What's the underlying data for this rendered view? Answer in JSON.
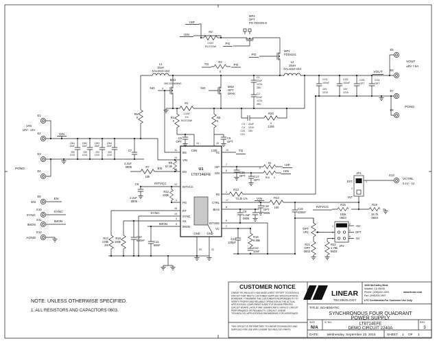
{
  "sheet": {
    "note_title": "NOTE: UNLESS OTHERWISE SPECIFIED.",
    "note_1": "1. ALL RESISTORS AND CAPACITORS 0603."
  },
  "tb": {
    "notice_title": "CUSTOMER NOTICE",
    "notice_lines": [
      "LINEAR TECHNOLOGY HAS MADE A BEST EFFORT TO DESIGN A",
      "CIRCUIT THAT MEETS CUSTOMER-SUPPLIED SPECIFICATIONS;",
      "HOWEVER, IT REMAINS THE CUSTOMER'S RESPONSIBILITY TO",
      "VERIFY PROPER AND RELIABLE OPERATION IN THE ACTUAL",
      "APPLICATION. COMPONENT SUBSTITUTION AND PRINTED",
      "CIRCUIT BOARD LAYOUT MAY SIGNIFICANTLY AFFECT CIRCUIT",
      "PERFORMANCE OR RELIABILITY. CONTACT LINEAR",
      "TECHNOLOGY APPLICATIONS ENGINEERING FOR ASSISTANCE."
    ],
    "prop_lines": [
      "THIS CIRCUIT IS PROPRIETARY TO LINEAR TECHNOLOGY AND",
      "SUPPLIED FOR USE WITH LINEAR TECHNOLOGY PARTS."
    ],
    "brand": "LINEAR",
    "brand2": "TECHNOLOGY",
    "addr1": "1630 McCarthy Blvd.",
    "addr2": "Milpitas, CA 95035",
    "phone": "Phone: (408)432-1900",
    "web": "www.linear.com",
    "fax": "Fax: (408)434-0507",
    "conf": "LTC Confidential-For Customer Use Only",
    "title_label": "TITLE: SCHEMATIC",
    "title1": "SYNCHRONOUS FOUR QUADRANT",
    "title2": "POWER SUPPLY",
    "size_label": "SIZE",
    "size": "N/A",
    "icno_label": "IC NO.",
    "ic1": "LT8714EFE",
    "ic2": "DEMO CIRCUIT 2240A",
    "rev_label": "REV.",
    "rev": "3",
    "date_label": "DATE:",
    "date": "Wednesday, September 23, 2015",
    "sheet_label": "SHEET",
    "sheet_no": "1",
    "of_label": "OF",
    "of_no": "1"
  },
  "u1": {
    "ref": "U1",
    "part": "LT8714EFE",
    "pins": {
      "bg": "BG",
      "vin": "VIN",
      "en": "EN",
      "intvcc": "INTVCC",
      "pg": "PG",
      "rt": "RT",
      "sync": "SYNC",
      "ss": "SS",
      "imon": "IMON",
      "tg": "TG",
      "isp": "ISP",
      "isn": "ISN",
      "fb": "FB",
      "ctrl": "CTRL",
      "bias": "BIAS",
      "intvee": "INTVEE",
      "vc": "VC",
      "csn": "CSN",
      "csp": "CSP",
      "gnd": "GND"
    },
    "nums": {
      "bg": "11",
      "vin": "13",
      "en": "16",
      "intvcc": "12",
      "pg": "4",
      "rt": "18",
      "sync": "19",
      "ss": "3",
      "imon": "5",
      "tg": "10",
      "isp": "7",
      "isn": "6",
      "fb": "1",
      "ctrl": "17",
      "bias": "8",
      "intvee": "9",
      "vc": "2",
      "csn": "14",
      "csp": "15",
      "gnd1": "20",
      "gnd2": "21"
    }
  },
  "parts": {
    "L1": [
      "L1",
      "15uH",
      "XAL1510-153"
    ],
    "L2": [
      "L2",
      "15uH",
      "XAL1010-153"
    ],
    "MN1": [
      "MN1",
      "BSC034N06NS",
      "4"
    ],
    "MN2": [
      "MN2",
      "OPT",
      "DPAK"
    ],
    "MP1": [
      "MP1",
      "FDD4141"
    ],
    "MP2": [
      "MP2",
      "OPT",
      "PG-TDSON-8"
    ],
    "R1": [
      "R1",
      "0.002",
      "1%",
      "RL3720W"
    ],
    "R2": [
      "R2",
      "0.007",
      "RL3720W"
    ],
    "R3": [
      "R3",
      "0"
    ],
    "R4": [
      "R4",
      "0"
    ],
    "R5": [
      "R5",
      "0"
    ],
    "R6": [
      "R6",
      "0"
    ],
    "R7": [
      "R7",
      "10k"
    ],
    "R8": [
      "R8",
      "57.6k"
    ],
    "R9": [
      "R9",
      "0"
    ],
    "R10": [
      "R10",
      "0"
    ],
    "R12": [
      "R12",
      "100k"
    ],
    "R13": [
      "R13",
      "73.2k  1%"
    ],
    "R14": [
      "R14",
      "100"
    ],
    "R15": [
      "R15",
      "100k",
      "0603"
    ],
    "R16": [
      "R16",
      "6.98k"
    ],
    "R17": [
      "R17",
      "178k",
      "1%"
    ],
    "R18": [
      "R18",
      "100k"
    ],
    "R19": [
      "R19",
      "18.7k",
      "0603"
    ],
    "R20": [
      "R20",
      "1",
      "1206"
    ],
    "R21": [
      "R21",
      "OPT",
      "0603"
    ],
    "R22": [
      "R22",
      "1.78k",
      "0603"
    ],
    "VR1": [
      "OPT",
      "VR1"
    ],
    "C1": [
      "C1",
      "22uF",
      "1210",
      "25V"
    ],
    "C2": [
      "C2",
      "22uF",
      "1210",
      "25V"
    ],
    "C3grp": [
      "C3",
      "C4",
      "C20",
      "C21",
      "22uF",
      "1210",
      "25V"
    ],
    "C5": [
      "C5",
      "OPT"
    ],
    "C6": [
      "C6",
      "OPT"
    ],
    "C7": [
      "C7",
      "2.2uF",
      "0805"
    ],
    "C8": [
      "C8",
      "2.2uF",
      "0805"
    ],
    "C9": [
      "C9",
      "1.2uF",
      "0805"
    ],
    "C10": [
      "C10",
      "680nF"
    ],
    "C11": [
      "C11",
      "68nF"
    ],
    "C12": [
      "C12",
      "10nF"
    ],
    "C13": [
      "C13",
      "100pF"
    ],
    "C15": [
      "C15",
      "100nF"
    ],
    "C16": [
      "C16",
      "OPT"
    ],
    "C17": [
      "C17",
      "OPT"
    ],
    "C18": [
      "C18",
      "OPT",
      "0805"
    ],
    "CIN1": [
      "CIN1",
      "22uF",
      "25V",
      "1210"
    ],
    "CIN2": [
      "CIN2",
      "22uF",
      "25V",
      "1210"
    ],
    "CIN3": [
      "CIN3",
      "22uF",
      "25V",
      "1210"
    ],
    "CIN4": [
      "CIN4",
      "22uF",
      "25V",
      "1210"
    ],
    "CO1": [
      "CO1",
      "100uF",
      "10V",
      "1210"
    ],
    "CO2": [
      "CO2",
      "100uF",
      "10V",
      "1210"
    ],
    "CO3": [
      "CO3",
      "OPT"
    ],
    "CO4": [
      "CO4",
      "OPT"
    ]
  },
  "nets": {
    "vin": "VIN",
    "en": "EN",
    "sync": "SYNC",
    "imon": "IMON",
    "intvcc": "INTVCC",
    "tg": "TG",
    "pg": "PG",
    "ng": "NG",
    "isp": "ISP",
    "isn": "ISN",
    "vout": "VOUT"
  },
  "ports": {
    "e1": "E1",
    "e2": "E2",
    "e3": "E3",
    "e4": "E4",
    "e5": "E5",
    "e6": "E6",
    "e7": "E7",
    "e8": "E8",
    "e9": "E9",
    "e10": "E10",
    "e11": "E11",
    "e12": "E12",
    "e13": "E13",
    "vin_name": "VIN",
    "vin_range": "10V - 14V",
    "pgnd": "PGND",
    "en": "EN",
    "sync": "SYNC",
    "imon": "IMON",
    "agnd": "AGND",
    "vout_name": "VOUT",
    "vout_range": "±5V / 5A",
    "pgnd2": "PGND",
    "vctrl": "VCTRL",
    "vctrl_range": "0.1V - 1V"
  },
  "jp": {
    "jp1": "JP1",
    "jp2": "JP2",
    "ext": "EXT",
    "int": "INT",
    "p1": "1",
    "p2": "2",
    "p3": "3",
    "p4": "4",
    "p5": "5",
    "p6": "6",
    "plus5": "+5V",
    "opt": "OPT",
    "minus5": "-5V"
  }
}
